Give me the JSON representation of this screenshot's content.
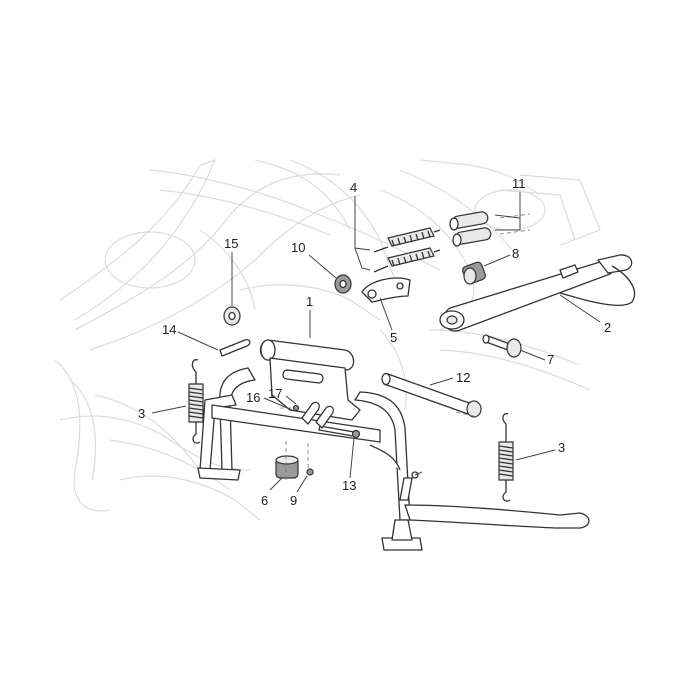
{
  "diagram": {
    "callouts": [
      {
        "id": "c1",
        "label": "1"
      },
      {
        "id": "c2",
        "label": "2"
      },
      {
        "id": "c3a",
        "label": "3"
      },
      {
        "id": "c3b",
        "label": "3"
      },
      {
        "id": "c4",
        "label": "4"
      },
      {
        "id": "c5",
        "label": "5"
      },
      {
        "id": "c6",
        "label": "6"
      },
      {
        "id": "c7",
        "label": "7"
      },
      {
        "id": "c8",
        "label": "8"
      },
      {
        "id": "c9",
        "label": "9"
      },
      {
        "id": "c10",
        "label": "10"
      },
      {
        "id": "c11",
        "label": "11"
      },
      {
        "id": "c12",
        "label": "12"
      },
      {
        "id": "c13",
        "label": "13"
      },
      {
        "id": "c14",
        "label": "14"
      },
      {
        "id": "c15",
        "label": "15"
      },
      {
        "id": "c16",
        "label": "16"
      },
      {
        "id": "c17",
        "label": "17"
      }
    ],
    "colors": {
      "line": "#333333",
      "ghost": "#dcdcdc",
      "background": "#ffffff"
    }
  }
}
